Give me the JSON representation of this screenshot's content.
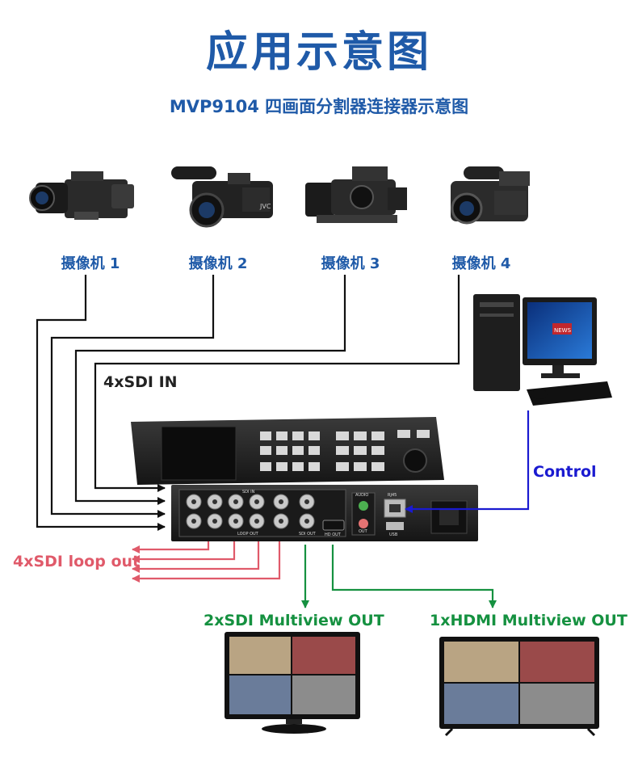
{
  "header": {
    "title": "应用示意图",
    "subtitle": "MVP9104 四画面分割器连接器示意图"
  },
  "cameras": [
    {
      "label": "摄像机 1"
    },
    {
      "label": "摄像机 2"
    },
    {
      "label": "摄像机 3"
    },
    {
      "label": "摄像机 4"
    }
  ],
  "labels": {
    "sdi_in": "4xSDI IN",
    "control": "Control",
    "loop_out": "4xSDI loop out",
    "sdi_out": "2xSDI  Multiview OUT",
    "hdmi_out": "1xHDMI Multiview OUT"
  },
  "device_panel": {
    "sdi_in": "SDI IN",
    "loop_out": "LOOP OUT",
    "sdi_out": "SDI OUT",
    "hd_out": "HD OUT",
    "audio": "AUDIO",
    "audio_out": "OUT",
    "rj45": "RJ45",
    "usb": "USB",
    "monitor_label": "NEWS"
  },
  "colors": {
    "title": "#1f5aa8",
    "control_line": "#1a1ad0",
    "loop_line": "#e05a6a",
    "output_line": "#159140",
    "input_line": "#111111"
  }
}
